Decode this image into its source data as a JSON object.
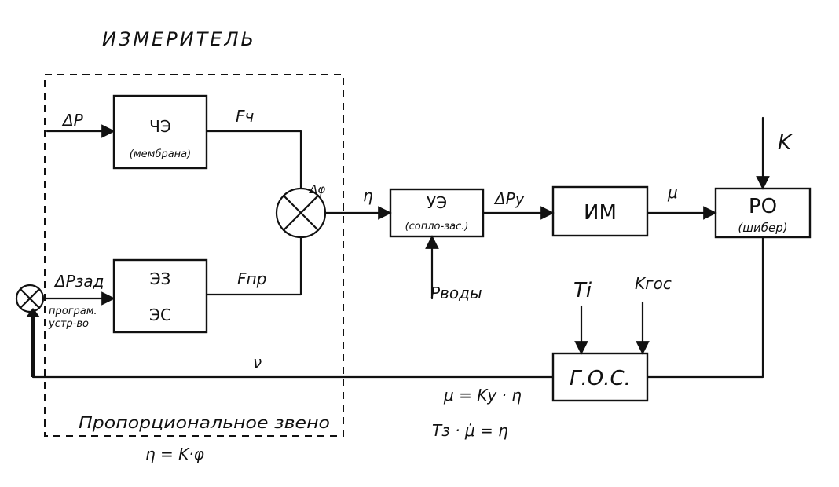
{
  "title": "ИЗМЕРИТЕЛЬ",
  "blocks": {
    "ue_membrane": {
      "label": "ЧЭ",
      "sublabel": "(мембрана)"
    },
    "ez": {
      "label1": "ЭЗ",
      "label2": "ЭС"
    },
    "ue_nozzle": {
      "label": "УЭ",
      "sublabel": "(сопло-зас.)"
    },
    "im": {
      "label": "ИМ"
    },
    "ro": {
      "label": "РО",
      "sublabel": "(шибер)"
    },
    "gos": {
      "label": "Г.О.С."
    }
  },
  "signals": {
    "dp": "ΔP",
    "fc": "Fч",
    "p_zad": "ΔPзад",
    "f_pr": "Fпр",
    "delta_phi": "Δφ",
    "eta": "η",
    "dp_y": "ΔPу",
    "mu": "μ",
    "k": "K",
    "p_vody": "Pводы",
    "t_i": "Ti",
    "k_gos": "Kгос",
    "nu": "ν",
    "prog_device": "програм. устр-во",
    "prog_line1": "програм.",
    "prog_line2": "устр-во"
  },
  "annotations": {
    "bottom_caption": "Пропорциональное звено",
    "bottom_formula": "η = K·φ",
    "formula1": "μ = Kу · η",
    "formula2": "Tз · μ̇ = η"
  }
}
